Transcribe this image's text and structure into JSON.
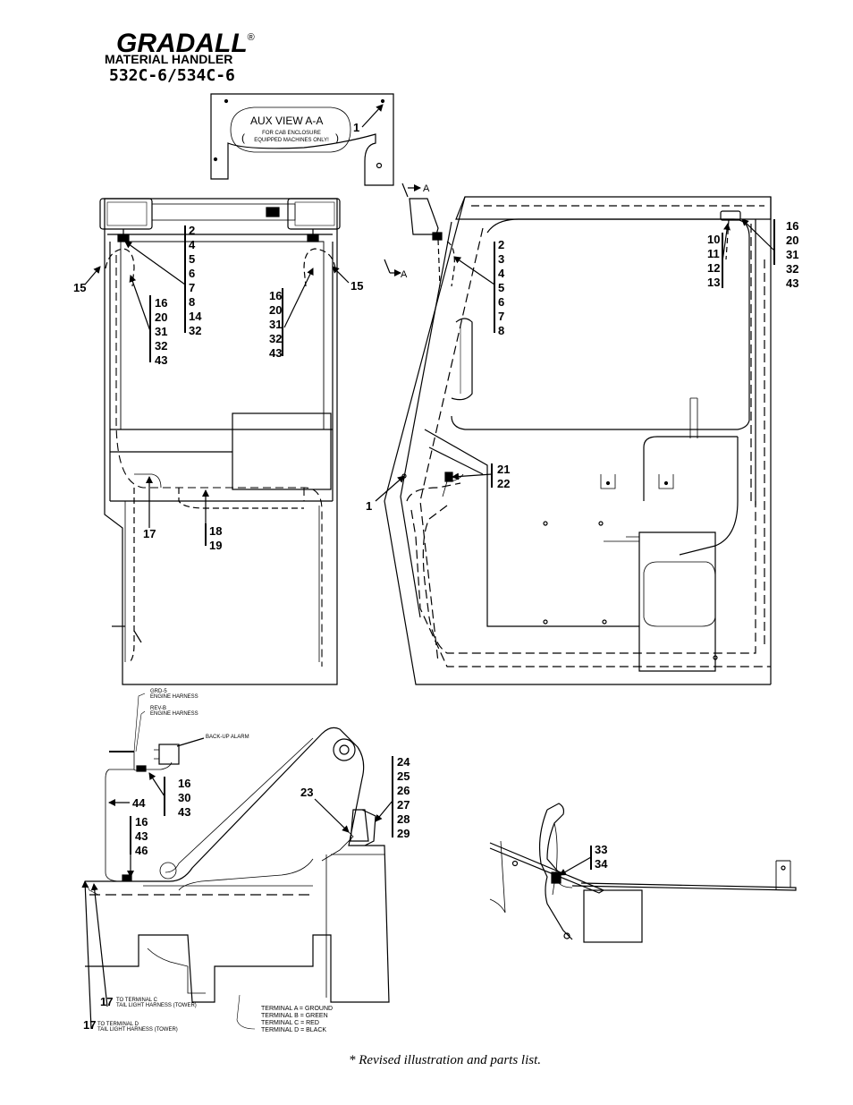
{
  "header": {
    "brand": "GRADALL",
    "registered": "®",
    "subtitle": "MATERIAL HANDLER",
    "model": "532C-6/534C-6"
  },
  "aux_view": {
    "title": "AUX VIEW A-A",
    "note_line1": "FOR CAB ENCLOSURE",
    "note_line2": "EQUIPPED MACHINES ONLY!",
    "callout": "1"
  },
  "section_marks": {
    "upper": "A",
    "lower": "A"
  },
  "front_view": {
    "left_callout": "15",
    "right_callout": "15",
    "stack_light_parts": [
      "2",
      "4",
      "5",
      "6",
      "7",
      "8",
      "14",
      "32"
    ],
    "stack_left_conn": [
      "16",
      "20",
      "31",
      "32",
      "43"
    ],
    "stack_right_conn": [
      "16",
      "20",
      "31",
      "32",
      "43"
    ],
    "callout_17": "17",
    "stack_harness": [
      "18",
      "19"
    ]
  },
  "side_view": {
    "stack_light_parts": [
      "2",
      "3",
      "4",
      "5",
      "6",
      "7",
      "8"
    ],
    "stack_top_mid": [
      "10",
      "11",
      "12",
      "13"
    ],
    "stack_top_right": [
      "16",
      "20",
      "31",
      "32",
      "43"
    ],
    "stack_switch": [
      "21",
      "22"
    ],
    "callout_1": "1"
  },
  "boom_view": {
    "grd_label_1": "GRD-5",
    "grd_label_2": "ENGINE HARNESS",
    "rev_label_1": "REV-B",
    "rev_label_2": "ENGINE HARNESS",
    "alarm_label": "BACK-UP ALARM",
    "stack_upper_conn": [
      "16",
      "30",
      "43"
    ],
    "callout_44": "44",
    "stack_lower_conn": [
      "16",
      "43",
      "46"
    ],
    "callout_23": "23",
    "stack_tail_light": [
      "24",
      "25",
      "26",
      "27",
      "28",
      "29"
    ],
    "callout_17a": "17",
    "terminal_c_1": "TO TERMINAL C",
    "terminal_c_2": "TAIL LIGHT HARNESS (TOWER)",
    "callout_17b": "17",
    "terminal_d_1": "TO TERMINAL D",
    "terminal_d_2": "TAIL LIGHT HARNESS (TOWER)",
    "legend": [
      "TERMINAL A = GROUND",
      "TERMINAL B = GREEN",
      "TERMINAL C = RED",
      "TERMINAL D = BLACK"
    ]
  },
  "pedal_view": {
    "stack_switch": [
      "33",
      "34"
    ]
  },
  "footnote": "*  Revised illustration and parts list."
}
